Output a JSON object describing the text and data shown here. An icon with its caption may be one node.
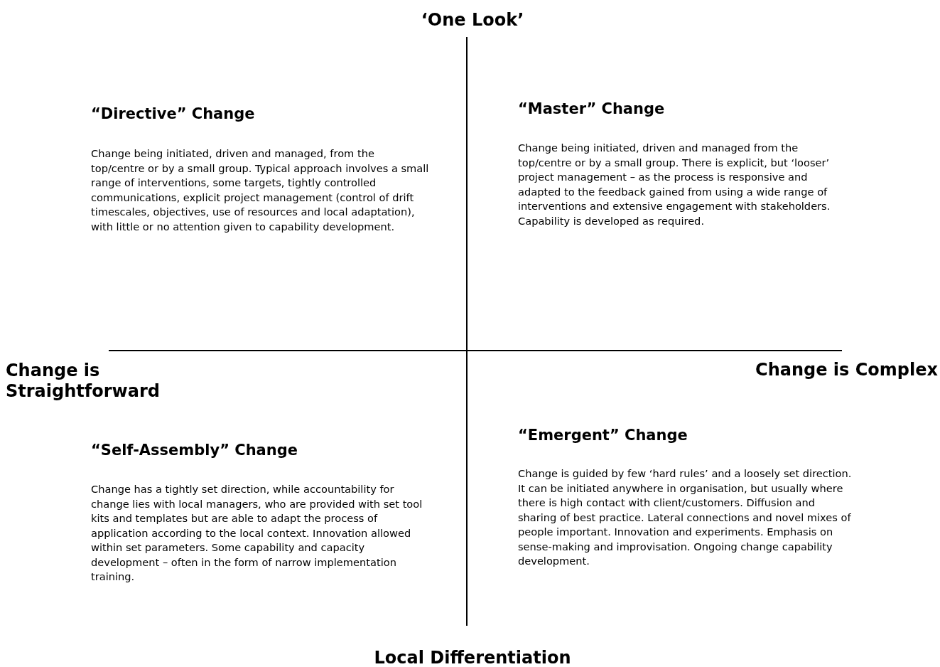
{
  "diagram": {
    "labels": [
      "‘One Look’",
      "“Directive” Change",
      "Change being initiated, driven and managed, from the top/centre or by a small group.  Typical approach involves a small range of interventions, some targets, tightly controlled communications, explicit project management (control of drift timescales, objectives, use of resources and local adaptation), with little or no attention given to capability development.",
      "“Master” Change",
      "Change being initiated, driven and managed from the top/centre or by a small group. There is explicit, but ‘looser’ project management – as the process is responsive and adapted to the feedback gained from using a wide range of interventions and extensive engagement with stakeholders. Capability is developed as required.",
      "Change is Straightforward",
      "Change is Complex",
      "“Self-Assembly” Change",
      "Change has a tightly set direction, while accountability for change lies with local managers, who are provided with set tool kits and templates but are able to adapt the process of application according to the local context.  Innovation allowed within set parameters.  Some capability and capacity development – often in the form of narrow implementation training.",
      "“Emergent” Change",
      "Change is guided by few ‘hard rules’ and a loosely set direction.  It can be initiated anywhere in organisation, but usually where there is high contact with client/customers.  Diffusion and sharing of best practice. Lateral connections and novel mixes of people important. Innovation and experiments. Emphasis on sense-making and improvisation. Ongoing change capability development.",
      "Local Differentiation"
    ]
  }
}
